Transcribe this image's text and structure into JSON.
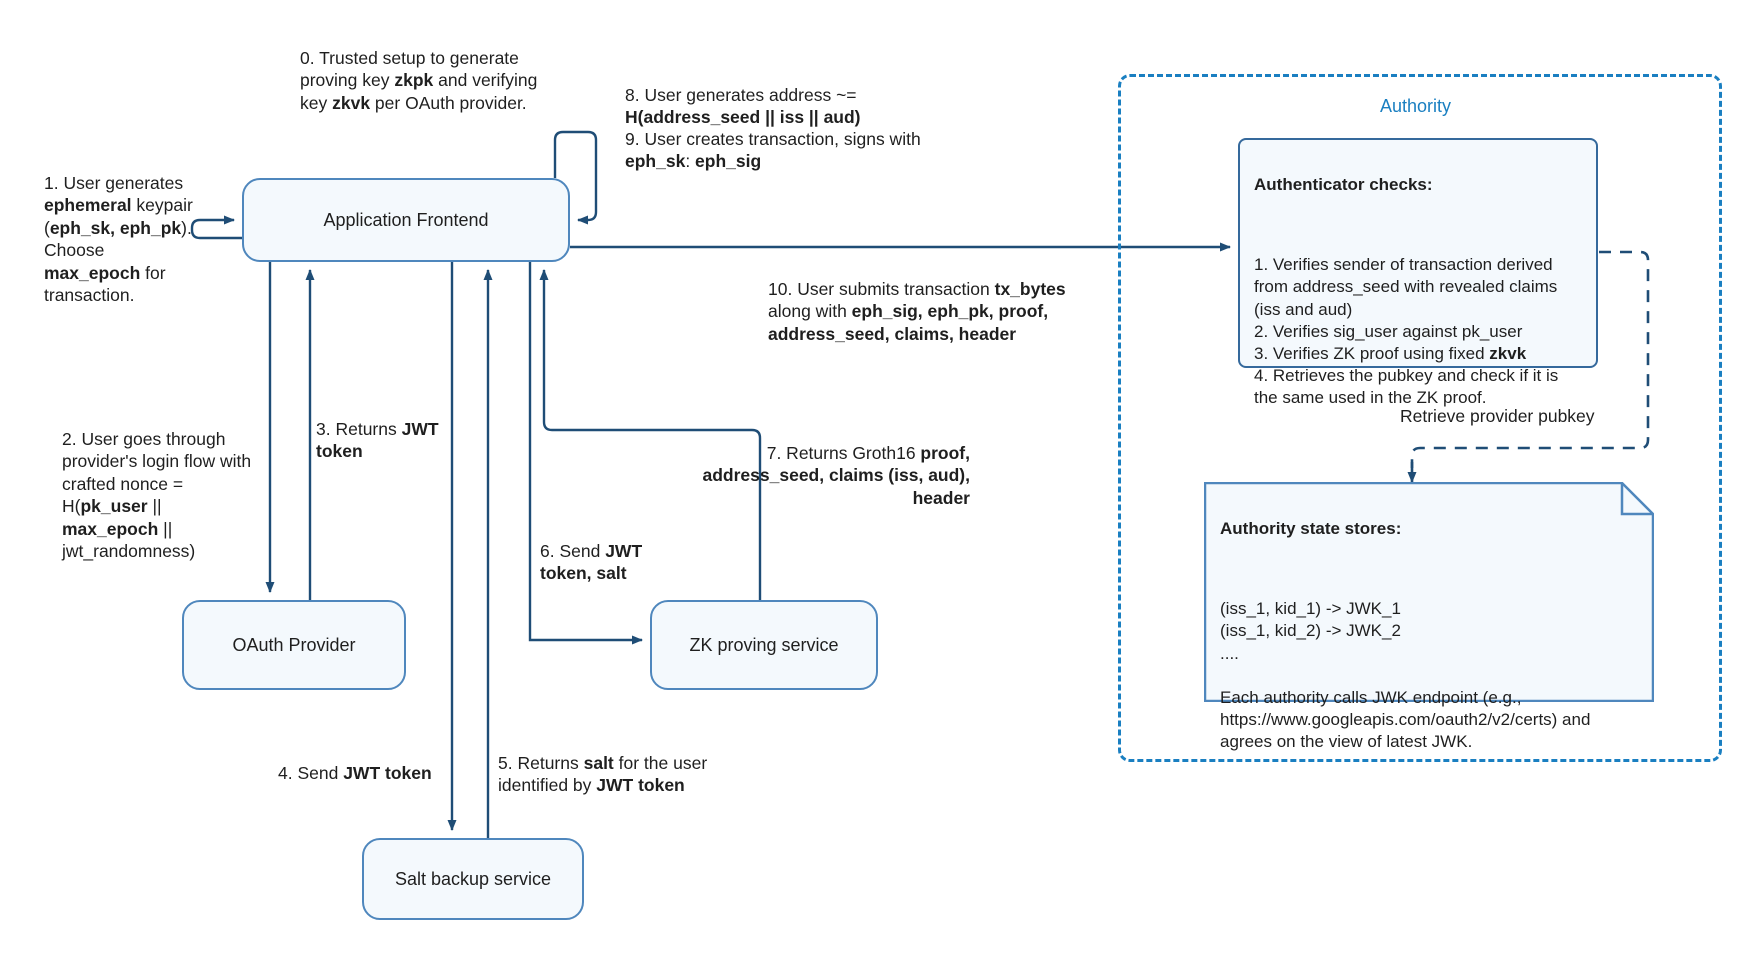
{
  "diagram": {
    "title": "zkLogin flow",
    "colors": {
      "node_fill": "#f4f9fd",
      "node_stroke": "#4f87bd",
      "panel_stroke": "#35699c",
      "edge": "#1f4d76",
      "authority_dashed": "#1a7fc1",
      "authority_title": "#1a7fc1"
    }
  },
  "nodes": {
    "application_frontend": "Application Frontend",
    "oauth_provider": "OAuth Provider",
    "zk_proving_service": "ZK proving service",
    "salt_backup_service": "Salt backup service"
  },
  "authority": {
    "title": "Authority",
    "authenticator_checks": {
      "heading": "Authenticator checks:",
      "body": "1. Verifies sender of transaction derived from address_seed with revealed claims (iss and aud)\n2. Verifies sig_user against pk_user\n3. Verifies ZK proof using fixed zkvk\n4. Retrieves the pubkey and check if it is the same used in the ZK proof."
    },
    "state_stores": {
      "heading": "Authority state stores:",
      "body": "(iss_1, kid_1) -> JWK_1\n(iss_1, kid_2) -> JWK_2\n....\n\nEach authority calls JWK endpoint (e.g., https://www.googleapis.com/oauth2/v2/certs) and agrees on the view of latest JWK."
    },
    "retrieve_edge_label": "Retrieve provider pubkey"
  },
  "steps": {
    "s0": "0. Trusted setup to generate proving key zkpk and verifying key zkvk per OAuth provider.",
    "s1": "1. User generates ephemeral keypair (eph_sk, eph_pk). Choose max_epoch for transaction.",
    "s2": "2. User goes through provider's login flow with crafted nonce = H(pk_user || max_epoch || jwt_randomness)",
    "s3": "3. Returns JWT token",
    "s4": "4. Send JWT token",
    "s5": "5. Returns salt for the user identified by JWT token",
    "s6": "6. Send JWT token, salt",
    "s7": "7. Returns Groth16 proof, address_seed, claims (iss, aud), header",
    "s8": "8. User generates address ~= H(address_seed || iss || aud)",
    "s9": "9. User creates transaction, signs with eph_sk: eph_sig",
    "s10": "10. User submits transaction tx_bytes along with eph_sig, eph_pk, proof, address_seed, claims, header"
  },
  "steps_html": {
    "s0": "0. Trusted setup to generate proving key <b>zkpk</b> and verifying key <b>zkvk</b> per OAuth provider.",
    "s1": "1. User generates <b>ephemeral</b> keypair (<b>eph_sk, eph_pk</b>). Choose <b>max_epoch</b> for transaction.",
    "s2": "2. User goes through provider's login flow with crafted nonce = H(<b>pk_user</b> || <b>max_epoch</b> || jwt_randomness)",
    "s3": "3. Returns <b>JWT token</b>",
    "s4": "4. Send <b>JWT token</b>",
    "s5": "5. Returns <b>salt</b> for the user identified by <b>JWT token</b>",
    "s6": "6. Send <b>JWT token, salt</b>",
    "s7": "7. Returns Groth16 <b>proof, address_seed, claims (iss, aud), header</b>",
    "s8": "8. User generates address ~= <b>H(address_seed || iss || aud)</b>",
    "s9": "9. User creates transaction, signs with <b>eph_sk</b>: <b>eph_sig</b>",
    "s10": "10. User submits transaction <b>tx_bytes</b> along with <b>eph_sig, eph_pk, proof, address_seed, claims, header</b>",
    "checks_body": "1. Verifies sender of transaction derived from address_seed with revealed claims (iss and aud)<br>2. Verifies sig_user against pk_user<br>3. Verifies ZK proof using fixed <b>zkvk</b><br>4. Retrieves the pubkey and check if it is the same used in the ZK proof.",
    "stores_body": "(iss_1, kid_1) -&gt; JWK_1<br>(iss_1, kid_2) -&gt; JWK_2<br>....<br><br>Each authority calls JWK endpoint (e.g., https://www.googleapis.com/oauth2/v2/certs) and agrees on the view of latest JWK."
  }
}
